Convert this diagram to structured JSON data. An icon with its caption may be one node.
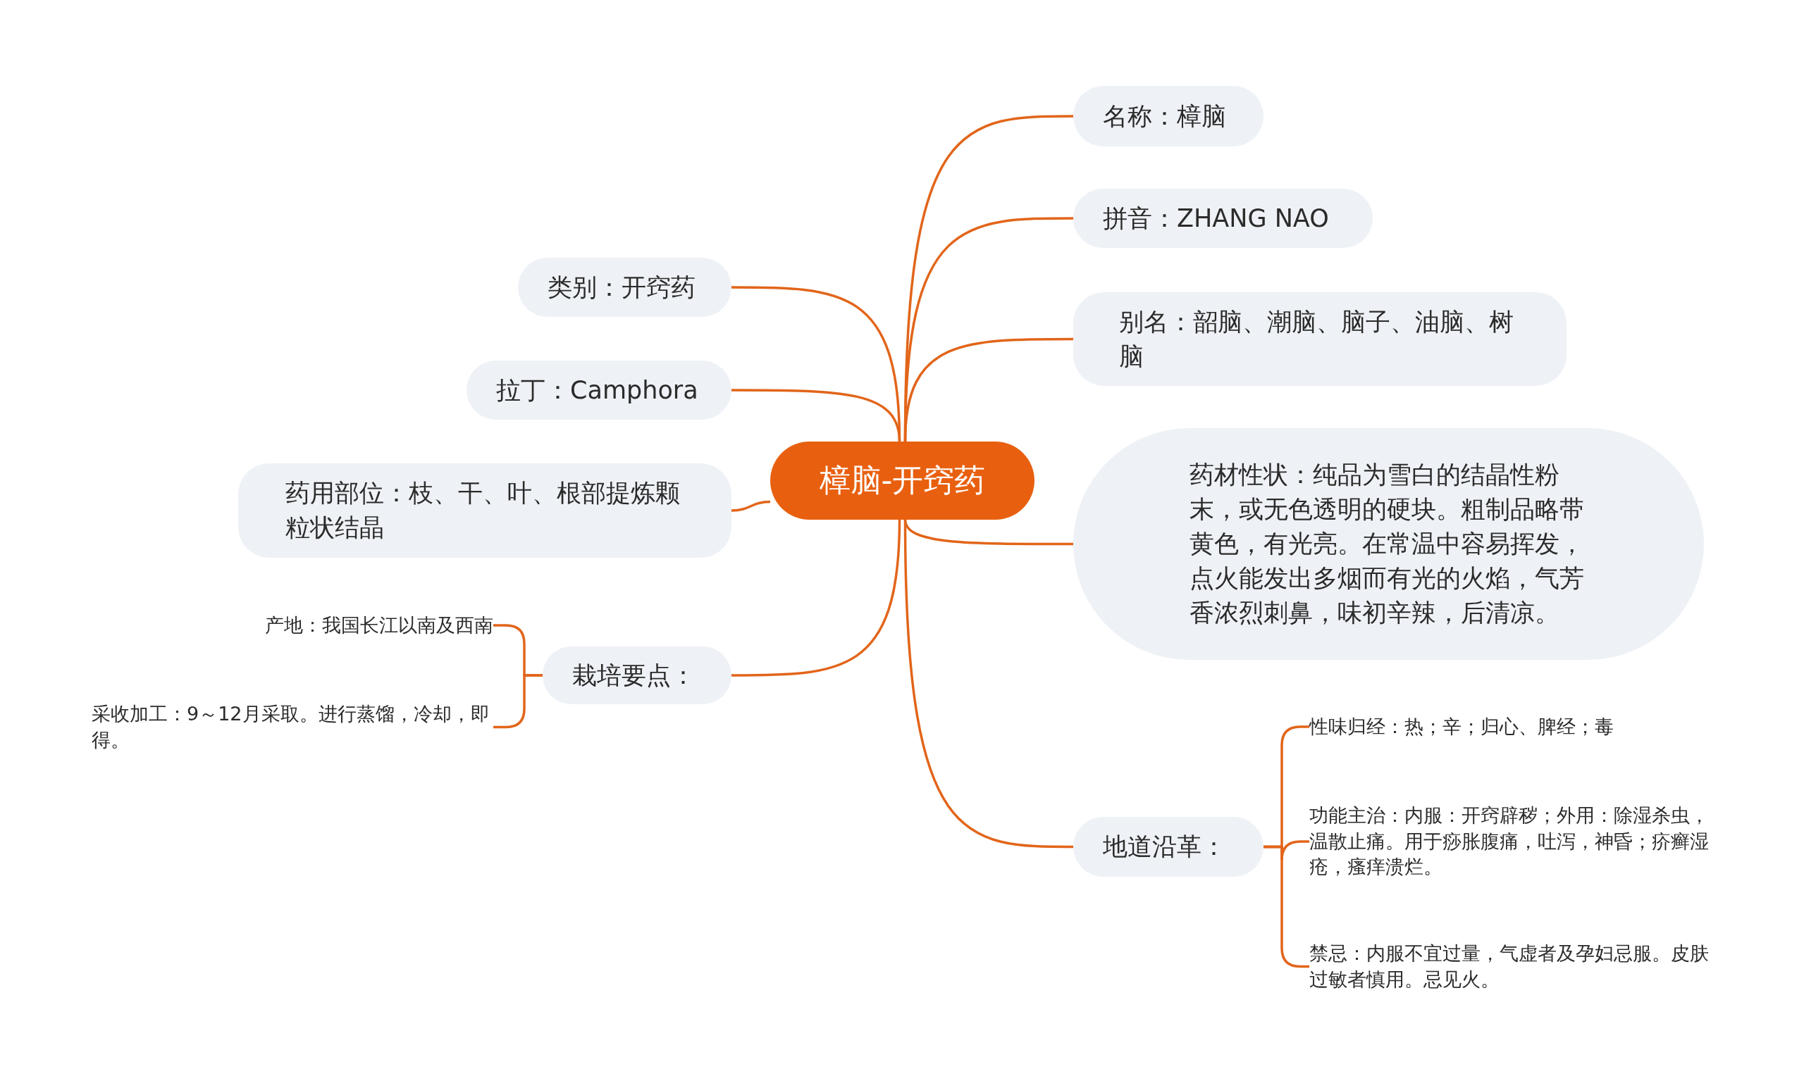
{
  "diagram": {
    "nodes": [
      {
        "text": [
          "樟脑-开窍药"
        ]
      },
      {
        "text": [
          "名称：樟脑"
        ]
      },
      {
        "text": [
          "拼音：ZHANG NAO"
        ]
      },
      {
        "text": [
          "别名：韶脑、潮脑、脑子、油脑、树脑"
        ]
      },
      {
        "text": [
          "药材性状：纯品为雪白的结晶性粉末，或无色透明的硬块。粗制品略带黄色，有光亮。在常温中容易挥发，点火能发出多烟而有光的火焰，气芳香浓烈刺鼻，味初辛辣，后清凉。"
        ]
      },
      {
        "text": [
          "地道沿革："
        ]
      },
      {
        "text": [
          "性味归经：热；辛；归心、脾经；毒"
        ]
      },
      {
        "text": [
          "功能主治：内服：开窍辟秽；外用：除湿杀虫，温散止痛。用于痧胀腹痛，吐泻，神昏；疥癣湿疮，瘙痒溃烂。"
        ]
      },
      {
        "text": [
          "禁忌：内服不宜过量，气虚者及孕妇忌服。皮肤过敏者慎用。忌见火。"
        ]
      },
      {
        "text": [
          "类别：开窍药"
        ]
      },
      {
        "text": [
          "拉丁：Camphora"
        ]
      },
      {
        "text": [
          "药用部位：枝、干、叶、根部提炼颗粒状结晶"
        ]
      },
      {
        "text": [
          "栽培要点："
        ]
      },
      {
        "text": [
          "产地：我国长江以南及西南"
        ]
      },
      {
        "text": [
          "采收加工：9～12月采取。进行蒸馏，冷却，即得。"
        ]
      }
    ],
    "edges": [
      {
        "from": 0,
        "to": 1,
        "arrow": "none"
      },
      {
        "from": 0,
        "to": 2,
        "arrow": "none"
      },
      {
        "from": 0,
        "to": 3,
        "arrow": "none"
      },
      {
        "from": 0,
        "to": 4,
        "arrow": "none"
      },
      {
        "from": 0,
        "to": 5,
        "arrow": "none"
      },
      {
        "from": 5,
        "to": 6,
        "arrow": "none"
      },
      {
        "from": 5,
        "to": 7,
        "arrow": "none"
      },
      {
        "from": 5,
        "to": 8,
        "arrow": "none"
      },
      {
        "from": 0,
        "to": 9,
        "arrow": "none"
      },
      {
        "from": 0,
        "to": 10,
        "arrow": "none"
      },
      {
        "from": 0,
        "to": 11,
        "arrow": "none"
      },
      {
        "from": 0,
        "to": 12,
        "arrow": "none"
      },
      {
        "from": 12,
        "to": 13,
        "arrow": "none"
      },
      {
        "from": 12,
        "to": 14,
        "arrow": "none"
      }
    ]
  }
}
